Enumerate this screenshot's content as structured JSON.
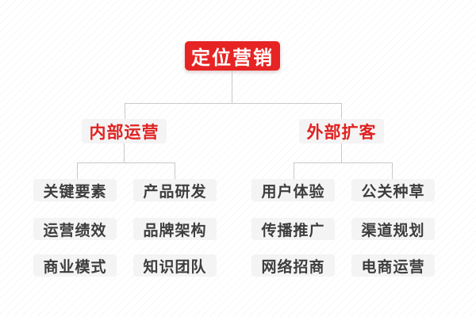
{
  "diagram": {
    "type": "mindmap-org-chart"
  },
  "root": {
    "label": "定位营销"
  },
  "branches": [
    {
      "label": "内部运营",
      "children": [
        "关键要素",
        "产品研发",
        "运营绩效",
        "品牌架构",
        "商业模式",
        "知识团队"
      ]
    },
    {
      "label": "外部扩客",
      "children": [
        "用户体验",
        "公关种草",
        "传播推广",
        "渠道规划",
        "网络招商",
        "电商运营"
      ]
    }
  ],
  "colors": {
    "accent_red": "#e62424",
    "branch_text_red": "#e02222",
    "node_bg_gray": "#f4f4f4",
    "leaf_text": "#3d3d3d",
    "connector_line": "#c9c9c9",
    "background": "#ffffff"
  }
}
